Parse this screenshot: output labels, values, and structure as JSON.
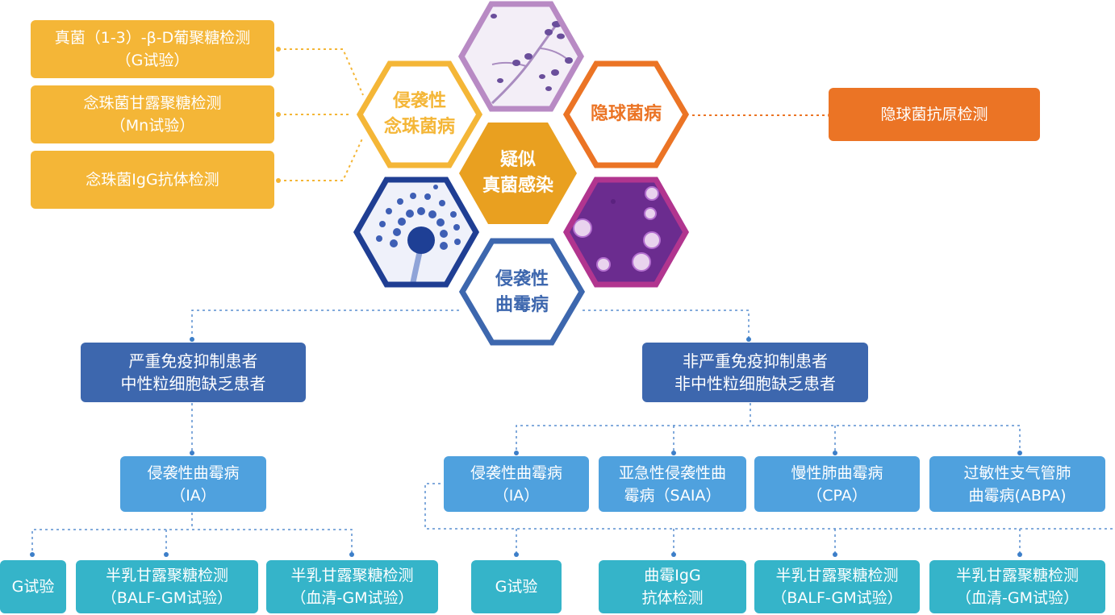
{
  "colors": {
    "yellow": "#F4B637",
    "orange": "#EB7425",
    "navy": "#3D67AE",
    "sky": "#4FA1DE",
    "teal": "#35B4C9",
    "center_hex": "#E9A020",
    "purple": "#B88AC4"
  },
  "hexagons": {
    "center": {
      "line1": "疑似",
      "line2": "真菌感染"
    },
    "candida": {
      "line1": "侵袭性",
      "line2": "念珠菌病"
    },
    "crypto": {
      "line1": "隐球菌病"
    },
    "aspergillus": {
      "line1": "侵袭性",
      "line2": "曲霉病"
    },
    "micro_top_icon": "candida-micrograph-icon",
    "micro_left_icon": "aspergillus-micrograph-icon",
    "micro_right_icon": "cryptococcus-micrograph-icon"
  },
  "left_tests": [
    {
      "line1": "真菌（1-3）-β-D葡聚糖检测",
      "line2": "（G试验）"
    },
    {
      "line1": "念珠菌甘露聚糖检测",
      "line2": "（Mn试验）"
    },
    {
      "line1": "念珠菌IgG抗体检测",
      "line2": ""
    }
  ],
  "right_test": {
    "line1": "隐球菌抗原检测"
  },
  "groups": {
    "immunosuppressed": {
      "line1": "严重免疫抑制患者",
      "line2": "中性粒细胞缺乏患者"
    },
    "non_immunosuppressed": {
      "line1": "非严重免疫抑制患者",
      "line2": "非中性粒细胞缺乏患者"
    }
  },
  "diseases": [
    {
      "line1": "侵袭性曲霉病",
      "line2": "（IA）"
    },
    {
      "line1": "侵袭性曲霉病",
      "line2": "（IA）"
    },
    {
      "line1": "亚急性侵袭性曲",
      "line2": "霉病（SAIA）"
    },
    {
      "line1": "慢性肺曲霉病",
      "line2": "（CPA）"
    },
    {
      "line1": "过敏性支气管肺",
      "line2": "曲霉病(ABPA)"
    }
  ],
  "bottom_tests": [
    {
      "line1": "G试验",
      "line2": ""
    },
    {
      "line1": "半乳甘露聚糖检测",
      "line2": "（BALF-GM试验）"
    },
    {
      "line1": "半乳甘露聚糖检测",
      "line2": "（血清-GM试验）"
    },
    {
      "line1": "G试验",
      "line2": ""
    },
    {
      "line1": "曲霉IgG",
      "line2": "抗体检测"
    },
    {
      "line1": "半乳甘露聚糖检测",
      "line2": "（BALF-GM试验）"
    },
    {
      "line1": "半乳甘露聚糖检测",
      "line2": "（血清-GM试验）"
    }
  ]
}
